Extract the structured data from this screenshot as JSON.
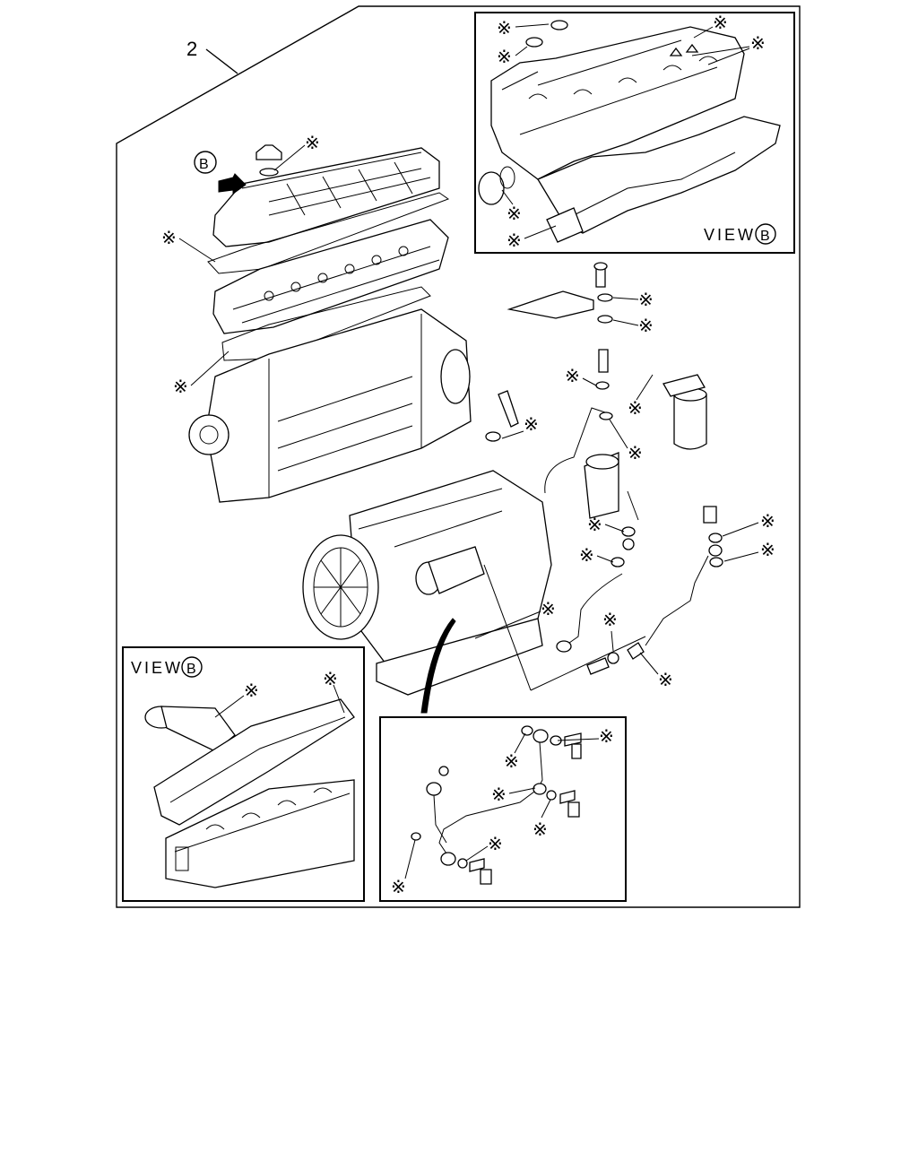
{
  "figure": {
    "item_number": "2",
    "marker": "※",
    "view_letter": "B",
    "view_word": "VIEW"
  },
  "panels": {
    "top_right": {
      "label": "VIEW",
      "letter": "B"
    },
    "bottom_left": {
      "label": "VIEW",
      "letter": "B"
    }
  },
  "main_callout": {
    "letter": "B"
  }
}
